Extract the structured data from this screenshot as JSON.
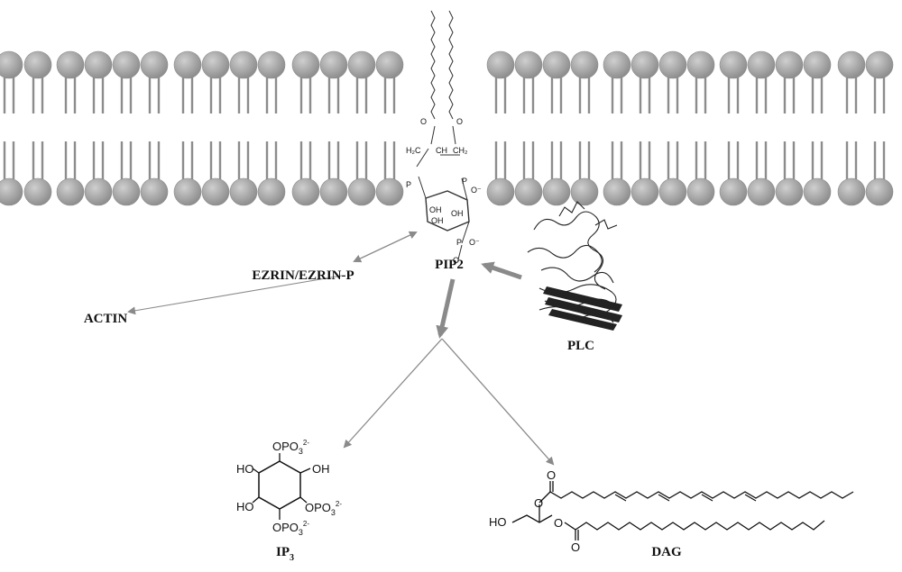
{
  "labels": {
    "pip2": "PIP2",
    "ezrin": "EZRIN/EZRIN-P",
    "actin": "ACTIN",
    "plc": "PLC",
    "ip3_main": "IP",
    "ip3_sub": "3",
    "dag": "DAG"
  },
  "ip3_structure": {
    "opo3": "OPO",
    "sub3": "3",
    "sup": "2-",
    "ho": "HO",
    "oh": "OH"
  },
  "pip2_structure": {
    "oh": "OH",
    "h2c": "H₂C",
    "ch": "CH",
    "ch2": "CH₂",
    "o": "O",
    "p": "P",
    "ominus": "O⁻"
  },
  "dag_structure": {
    "ho": "HO",
    "o": "O"
  },
  "colors": {
    "lipid_head": "#a8a8a8",
    "lipid_tail": "#8c8c8c",
    "arrow": "#8a8a8a",
    "text": "#111111"
  }
}
